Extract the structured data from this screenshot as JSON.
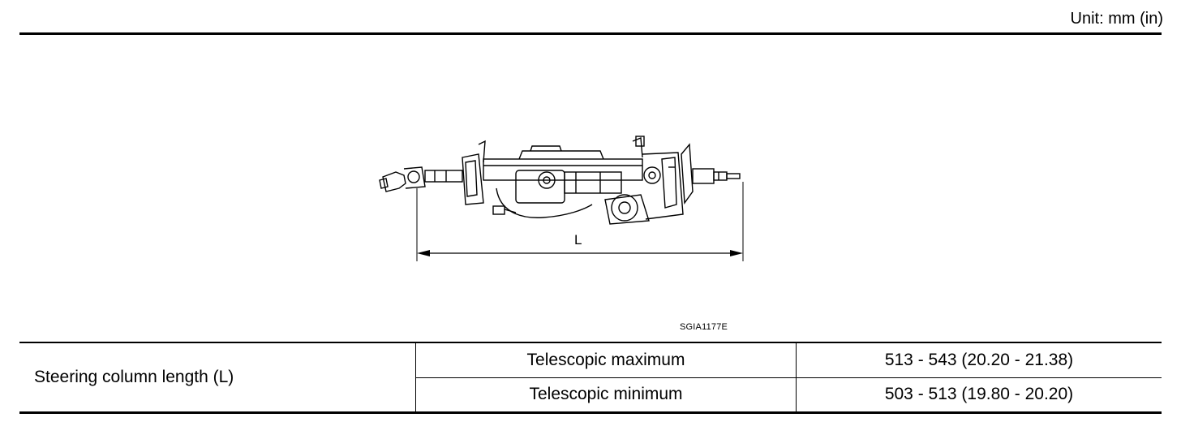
{
  "header": {
    "unit_label": "Unit: mm (in)"
  },
  "figure": {
    "dimension_label": "L",
    "code": "SGIA1177E"
  },
  "spec_table": {
    "row_label": "Steering column length (L)",
    "rows": [
      {
        "condition": "Telescopic maximum",
        "value": "513 - 543 (20.20 - 21.38)"
      },
      {
        "condition": "Telescopic minimum",
        "value": "503 - 513 (19.80 - 20.20)"
      }
    ]
  }
}
